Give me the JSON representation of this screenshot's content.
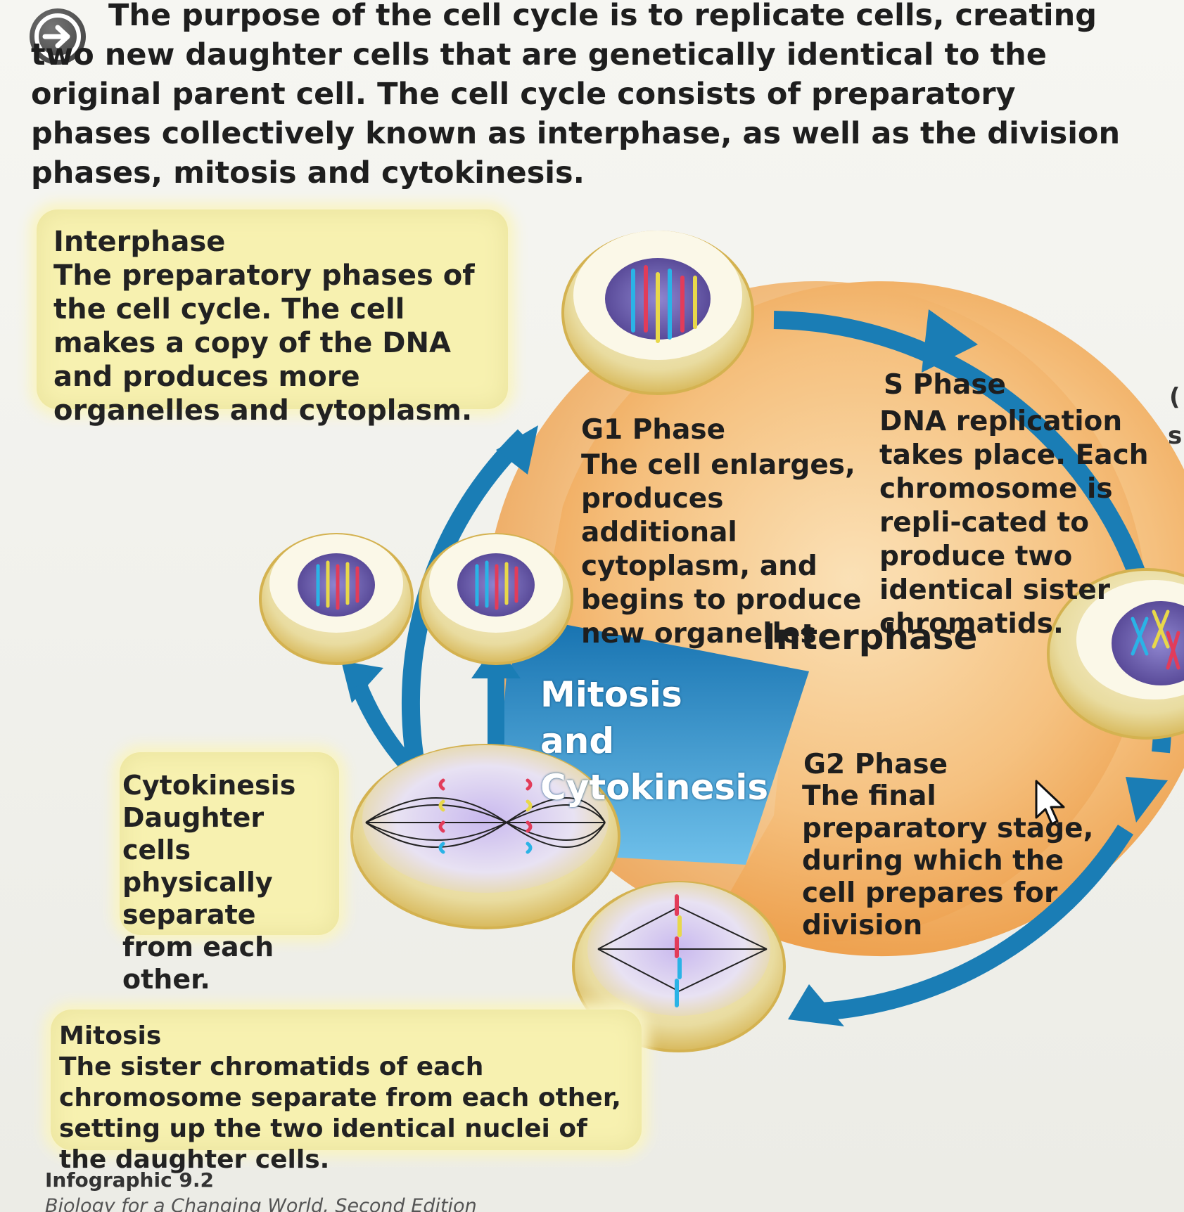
{
  "intro": {
    "text": "The purpose of the cell cycle is to replicate cells, creating two new daughter cells that are genetically identical to the original parent cell. The cell cycle consists of preparatory phases collectively known as interphase, as well as the division phases, mitosis and cytokinesis."
  },
  "callouts": {
    "interphase": {
      "title": "Interphase",
      "body": "The preparatory phases of the cell cycle. The cell makes a copy of the DNA and produces more organelles and cytoplasm."
    },
    "cytokinesis": {
      "title": "Cytokinesis",
      "body": "Daughter cells physically separate from each other."
    },
    "mitosis": {
      "title": "Mitosis",
      "body": "The sister chromatids of each chromosome separate from each other, setting up the two identical nuclei of the daughter cells."
    }
  },
  "cycle": {
    "g1": {
      "title": "G1 Phase",
      "body": "The cell enlarges, produces additional cytoplasm, and begins to produce new organelles."
    },
    "s": {
      "title": "S Phase",
      "body": "DNA replication takes place. Each chromosome is repli-cated to produce two identical sister chromatids."
    },
    "interphase_label": "Interphase",
    "mitosis_label": "Mitosis and Cytokinesis",
    "g2": {
      "title": "G2 Phase",
      "body": "The final preparatory stage, during which the cell prepares for division"
    }
  },
  "footer": {
    "caption": "Infographic 9.2",
    "source": "Biology for a Changing World, Second Edition"
  },
  "edge_fragments": [
    "(",
    "s"
  ],
  "colors": {
    "arrow_blue": "#1a7db5",
    "interphase_orange": "#f0a552",
    "mitosis_blue": "#1b84c4",
    "callout_yellow": "#f7f1b0",
    "cell_yellow": "#f3dc7a",
    "nucleus_purple": "#6a5aa8"
  }
}
